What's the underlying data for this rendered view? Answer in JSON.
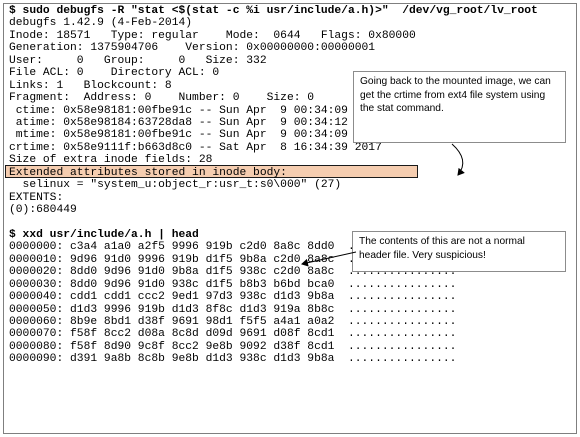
{
  "terminal": {
    "lines": [
      {
        "text": "$ sudo debugfs -R \"stat <$(stat -c %i usr/include/a.h)>\"  /dev/vg_root/lv_root",
        "bold": true
      },
      {
        "text": "debugfs 1.42.9 (4-Feb-2014)"
      },
      {
        "text": "Inode: 18571   Type: regular    Mode:  0644   Flags: 0x80000"
      },
      {
        "text": "Generation: 1375904706    Version: 0x00000000:00000001"
      },
      {
        "text": "User:     0   Group:     0   Size: 332"
      },
      {
        "text": "File ACL: 0    Directory ACL: 0"
      },
      {
        "text": "Links: 1   Blockcount: 8"
      },
      {
        "text": "Fragment:  Address: 0    Number: 0    Size: 0"
      },
      {
        "text": " ctime: 0x58e98181:00fbe91c -- Sun Apr  9 00:34:09 2017"
      },
      {
        "text": " atime: 0x58e98184:63728da8 -- Sun Apr  9 00:34:12 2017"
      },
      {
        "text": " mtime: 0x58e98181:00fbe91c -- Sun Apr  9 00:34:09 2017"
      },
      {
        "text": "crtime: 0x58e9111f:b663d8c0 -- Sat Apr  8 16:34:39 2017",
        "highlight": true
      },
      {
        "text": "Size of extra inode fields: 28"
      },
      {
        "text": "Extended attributes stored in inode body:"
      },
      {
        "text": "  selinux = \"system_u:object_r:usr_t:s0\\000\" (27)"
      },
      {
        "text": "EXTENTS:"
      },
      {
        "text": "(0):680449"
      },
      {
        "text": ""
      },
      {
        "text": "$ xxd usr/include/a.h | head",
        "bold": true
      },
      {
        "text": "0000000: c3a4 a1a0 a2f5 9996 919b c2d0 8a8c 8dd0  ................"
      },
      {
        "text": "0000010: 9d96 91d0 9996 919b d1f5 9b8a c2d0 8a8c  ................"
      },
      {
        "text": "0000020: 8dd0 9d96 91d0 9b8a d1f5 938c c2d0 8a8c  ................"
      },
      {
        "text": "0000030: 8dd0 9d96 91d0 938c d1f5 b8b3 b6bd bca0  ................"
      },
      {
        "text": "0000040: cdd1 cdd1 ccc2 9ed1 97d3 938c d1d3 9b8a  ................"
      },
      {
        "text": "0000050: d1d3 9996 919b d1d3 8f8c d1d3 919a 8b8c  ................"
      },
      {
        "text": "0000060: 8b9e 8bd1 d38f 9691 98d1 f5f5 a4a1 a0a2  ................"
      },
      {
        "text": "0000070: f58f 8cc2 d08a 8c8d d09d 9691 d08f 8cd1  ................"
      },
      {
        "text": "0000080: f58f 8d90 9c8f 8cc2 9e8b 9092 d38f 8cd1  ................"
      },
      {
        "text": "0000090: d391 9a8b 8c8b 9e8b d1d3 938c d1d3 9b8a  ................"
      }
    ]
  },
  "callouts": {
    "crtime_note": "Going back to the mounted image, we can get the crtime from ext4 file system using the stat command.",
    "header_note": "The contents of this are not a normal header file. Very suspicious!"
  },
  "colors": {
    "highlight_fill": "#f5cdb0",
    "highlight_border": "#1a1a1a",
    "callout_border": "#8c8c8c",
    "frame_border": "#7f7f7f"
  }
}
